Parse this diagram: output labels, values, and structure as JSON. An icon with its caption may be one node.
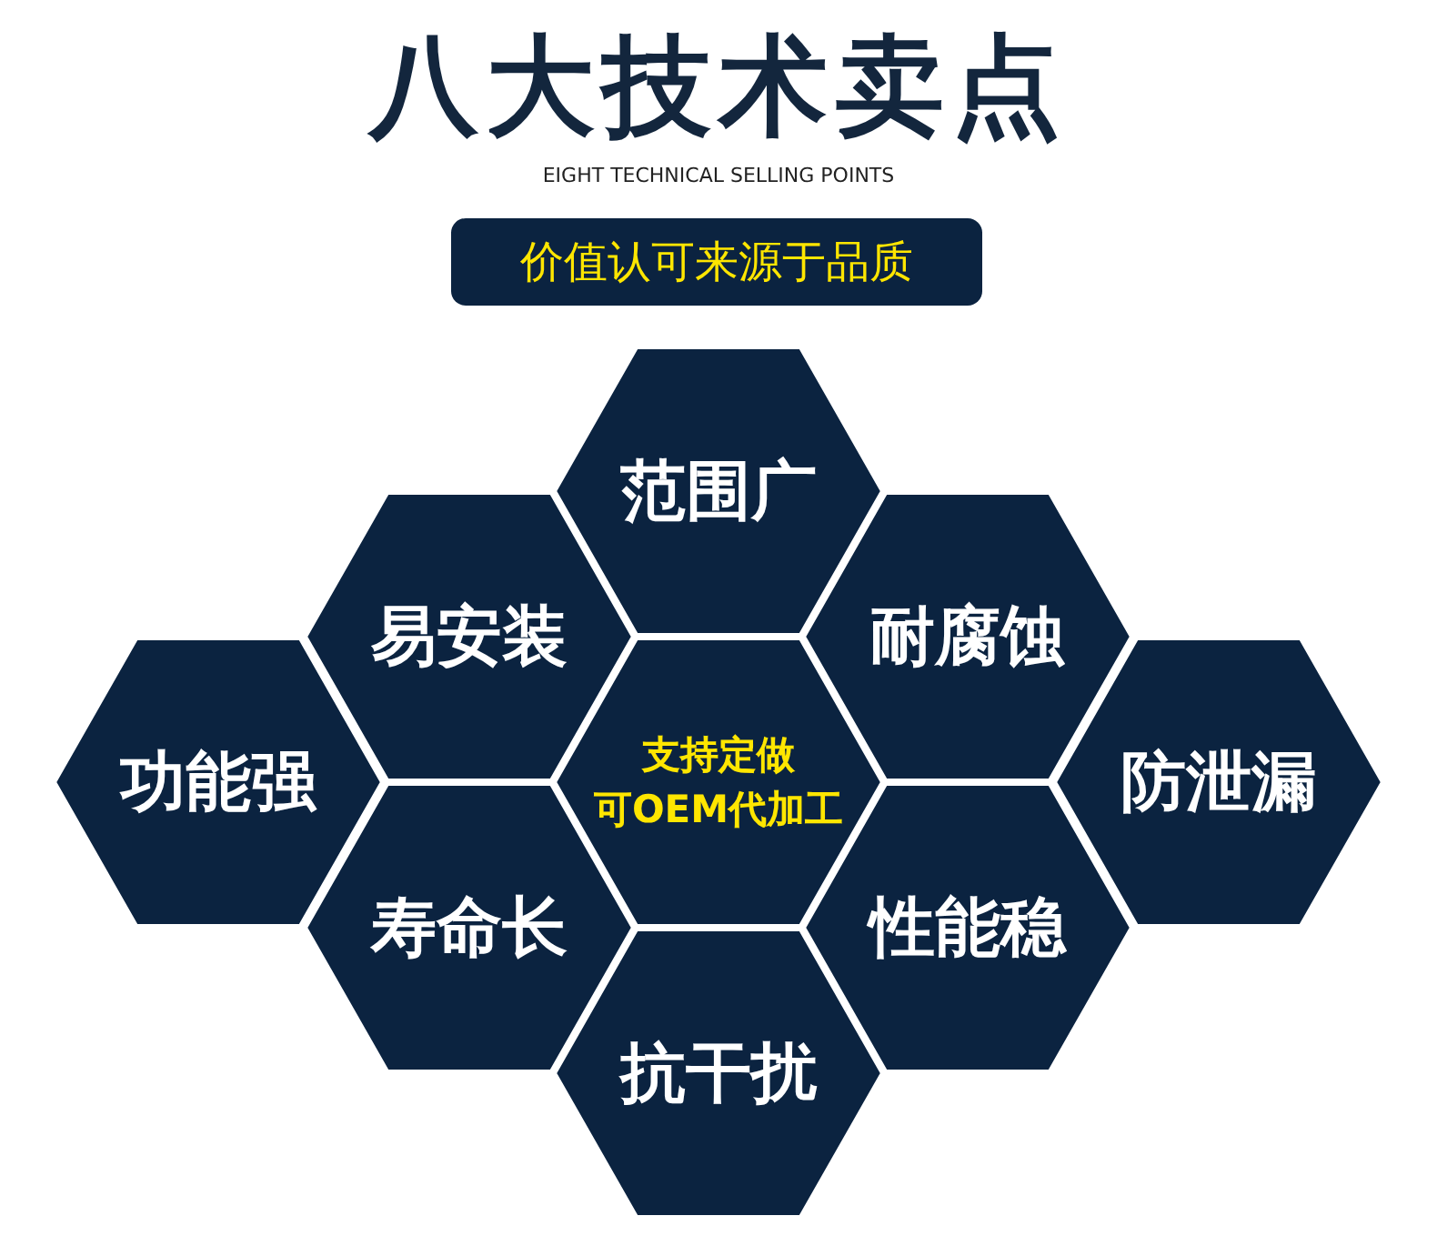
{
  "diagram": {
    "title": "八大技术卖点",
    "nodes": [
      {
        "text": [
          "价值认可来源于品质"
        ]
      },
      {
        "text": [
          "范围广"
        ]
      },
      {
        "text": [
          "易安装"
        ]
      },
      {
        "text": [
          "耐腐蚀"
        ]
      },
      {
        "text": [
          "功能强"
        ]
      },
      {
        "text": [
          "支持定做",
          "可OEM代加工"
        ]
      },
      {
        "text": [
          "防泄漏"
        ]
      },
      {
        "text": [
          "寿命长"
        ]
      },
      {
        "text": [
          "性能稳"
        ]
      },
      {
        "text": [
          "抗干扰"
        ]
      }
    ],
    "labels": [
      "EIGHT TECHNICAL SELLING POINTS"
    ]
  }
}
